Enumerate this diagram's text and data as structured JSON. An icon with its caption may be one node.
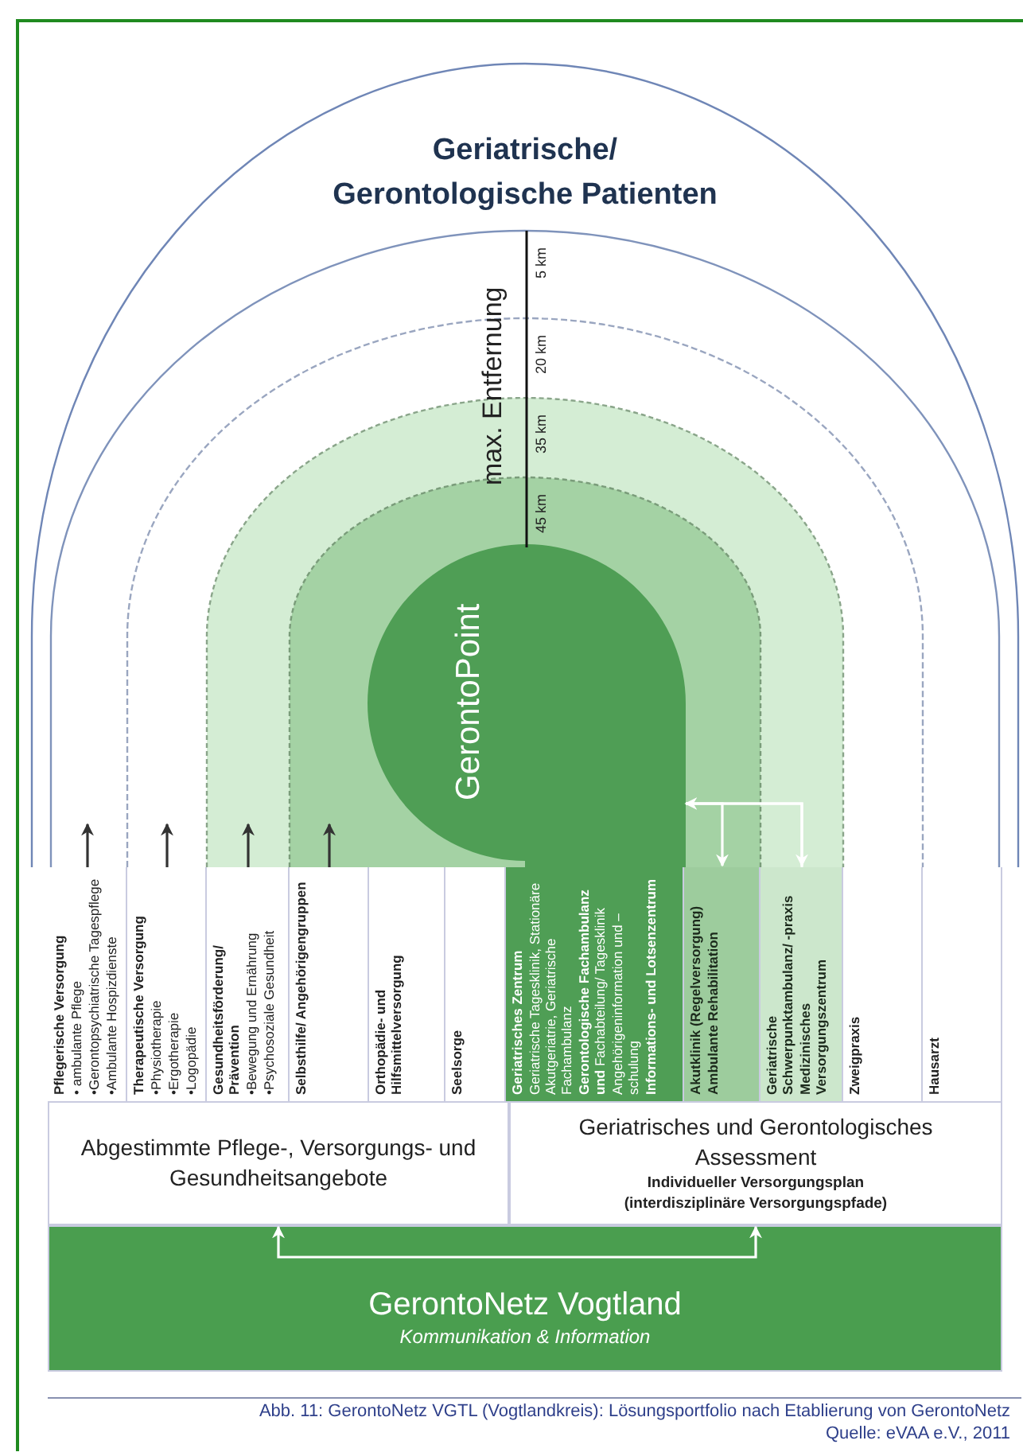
{
  "diagram": {
    "caption": "Abb. 11: GerontoNetz VGTL (Vogtlandkreis): Lösungsportfolio nach Etablierung von GerontoNetz",
    "nodes": [
      {
        "text": [
          "Geriatrische/ Gerontologische Patienten"
        ]
      },
      {
        "text": [],
        "shape": "arch",
        "in": 0
      },
      {
        "text": [],
        "shape": "arch",
        "in": 1
      },
      {
        "text": [],
        "shape": "arch",
        "in": 2
      },
      {
        "text": [],
        "shape": "arch",
        "in": 3
      },
      {
        "text": [
          "GerontoPoint"
        ],
        "in": 4
      },
      {
        "text": [
          "Pflegerische Versorgung",
          "• ambulante Pflege",
          "•Gerontopsychiatrische Tagespflege",
          "•Ambulante Hospizdienste"
        ]
      },
      {
        "text": [
          "Therapeutische Versorgung",
          "•Physiotherapie",
          "•Ergotherapie",
          "•Logopädie"
        ]
      },
      {
        "text": [
          "Gesundheitsförderung/ Prävention",
          "•Bewegung und Ernährung",
          "•Psychosoziale Gesundheit"
        ]
      },
      {
        "text": [
          "Selbsthilfe/ Angehörigengruppen"
        ]
      },
      {
        "text": [
          "Orthopädie- und Hilfsmittelversorgung"
        ]
      },
      {
        "text": [
          "Seelsorge"
        ]
      },
      {
        "text": [
          "Geriatrisches Zentrum",
          "Geriatrische Tagesklinik, Stationäre Akutgeriatrie, Geriatrische Fachambulanz",
          "**Gerontologische Fachambulanz und** Fachabteilung/ Tagesklinik",
          "Angehörigeninformation und –schulung",
          "Informations- und Lotsenzentrum"
        ]
      },
      {
        "text": [
          "Akutklinik (Regelversorgung)",
          "Ambulante Rehabilitation"
        ]
      },
      {
        "text": [
          "Geriatrische Schwerpunktambulanz/ -praxis",
          "Medizinisches Versorgungszentrum"
        ]
      },
      {
        "text": [
          "Zweigpraxis"
        ]
      },
      {
        "text": [
          "Hausarzt"
        ]
      },
      {
        "text": [
          "Abgestimmte Pflege-, Versorgungs- und Gesundheitsangebote"
        ]
      },
      {
        "text": [
          "Geriatrisches und Gerontologisches Assessment",
          "Individueller Versorgungsplan (interdisziplinäre Versorgungspfade)"
        ]
      },
      {
        "text": [
          "GerontoNetz Vogtland",
          "Kommunikation & Information"
        ]
      }
    ],
    "edges": [
      {
        "from": 6,
        "to": 1,
        "arrow": "to",
        "color": "#333333"
      },
      {
        "from": 7,
        "to": 2,
        "arrow": "to",
        "color": "#333333"
      },
      {
        "from": 8,
        "to": 3,
        "arrow": "to",
        "color": "#333333"
      },
      {
        "from": 9,
        "to": 4,
        "arrow": "to",
        "color": "#333333"
      },
      {
        "from": 14,
        "to": 5,
        "arrow": "to"
      },
      {
        "from": 5,
        "to": 13,
        "arrow": "to"
      },
      {
        "from": 5,
        "to": 14,
        "arrow": "to"
      },
      {
        "from": 19,
        "to": 17,
        "arrow": "to"
      },
      {
        "from": 19,
        "to": 18,
        "arrow": "to"
      }
    ],
    "labels": [
      "max. Entfernung",
      "5 km",
      "20 km",
      "35 km",
      "45 km",
      "Quelle: eVAA e.V., 2011"
    ]
  }
}
